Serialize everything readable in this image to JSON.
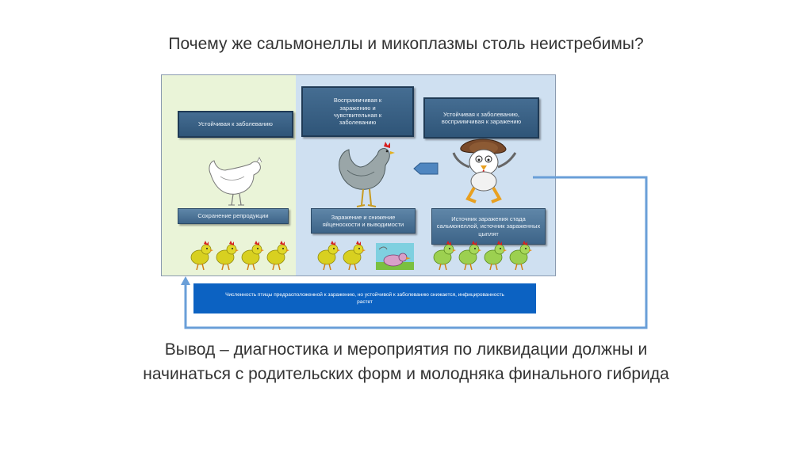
{
  "slide": {
    "title": "Почему же сальмонеллы и микоплазмы столь неистребимы?",
    "conclusion": "Вывод – диагностика и мероприятия по ликвидации  должны и начинаться с родительских форм и молодняка финального гибрида"
  },
  "diagram": {
    "left_box_top": "Устойчивая  к заболеванию",
    "left_box_bottom": "Сохранение  репродукции",
    "right_box_1": "Восприимчивая  к заражению и чувствительная к заболеванию",
    "right_box_2": "Устойчивая  к заболеванию, восприимчивая  к заражению",
    "right_box_3": "Заражение  и снижение яйценоскости  и выводимости",
    "right_box_4": "Источник заражения стада сальмонеллой,  источник зараженных цыплят",
    "note": "Численность птицы предрасположенной к заражению, но устойчивой к заболеванию снижается, инфицированность растет"
  },
  "colors": {
    "left_pane": "#eaf4d8",
    "right_pane": "#cfe0f1",
    "box": "#4a7298",
    "note": "#0c62c2",
    "arrow": "#6a9fd8"
  },
  "icons": [
    "white-hen-icon",
    "grey-hen-icon",
    "cartoon-rooster-icon",
    "yellow-chick-icon",
    "green-chick-icon",
    "sick-chick-icon",
    "left-arrow-icon"
  ]
}
